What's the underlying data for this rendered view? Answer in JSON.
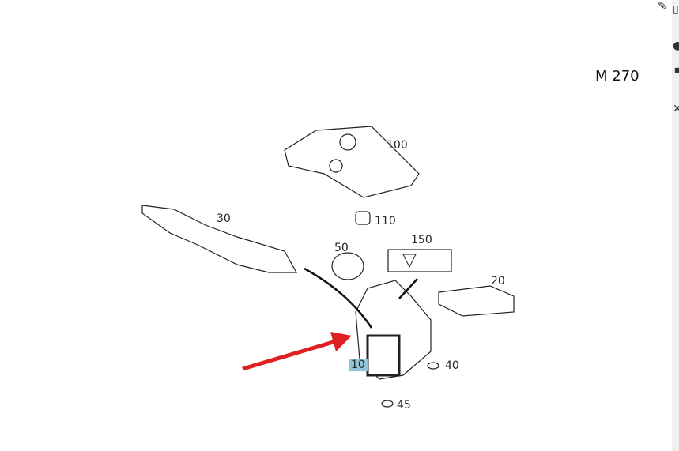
{
  "engine_code": "M 270",
  "toolbar": {
    "edit_icon": "edit-icon",
    "copy_icon": "copy-icon",
    "info_icon": "info-icon",
    "pin_icon": "pin-icon",
    "close_icon": "close-icon"
  },
  "parts": {
    "p100": "100",
    "p110": "110",
    "p30": "30",
    "p50": "50",
    "p150": "150",
    "p20": "20",
    "p10": "10",
    "p40": "40",
    "p45": "45"
  },
  "colors": {
    "highlight": "#8fc5d6",
    "arrow": "#e02020"
  }
}
